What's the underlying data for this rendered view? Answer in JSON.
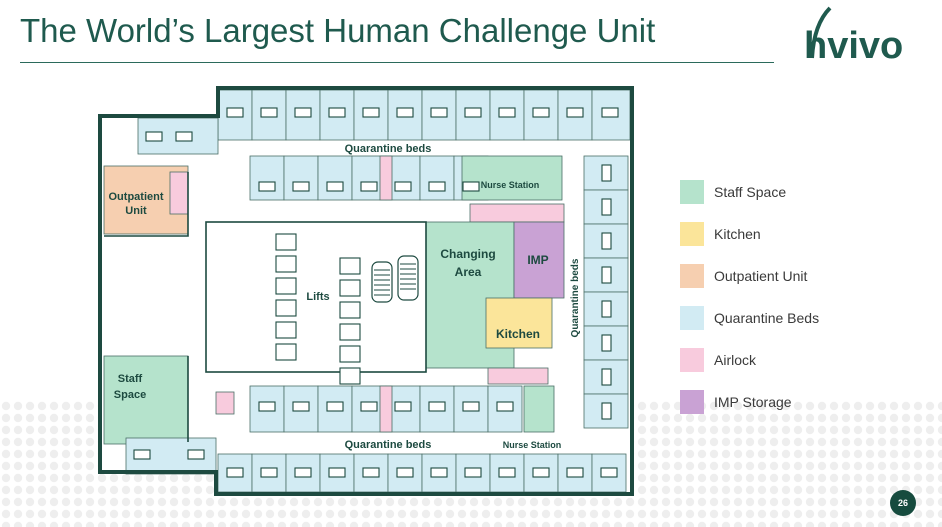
{
  "slide": {
    "title": "The World’s Largest Human Challenge Unit",
    "page_number": "26"
  },
  "logo": {
    "text": "hvivo"
  },
  "plan": {
    "labels": {
      "quarantine_beds_top": "Quarantine beds",
      "quarantine_beds_bottom": "Quarantine beds",
      "quarantine_beds_right": "Quarantine beds",
      "nurse_station_top": "Nurse Station",
      "nurse_station_bottom": "Nurse Station",
      "outpatient_line1": "Outpatient",
      "outpatient_line2": "Unit",
      "changing_line1": "Changing",
      "changing_line2": "Area",
      "imp": "IMP",
      "kitchen": "Kitchen",
      "lifts": "Lifts",
      "staff_line1": "Staff",
      "staff_line2": "Space"
    },
    "colors": {
      "wall": "#1d4a40",
      "staff": "#b5e3cc",
      "kitchen": "#fbe59a",
      "outpatient": "#f6cfb0",
      "quarantine": "#d2ebf3",
      "airlock": "#f8cbdd",
      "imp": "#c9a2d4"
    }
  },
  "legend": [
    {
      "label": "Staff Space",
      "color": "#b5e3cc"
    },
    {
      "label": "Kitchen",
      "color": "#fbe59a"
    },
    {
      "label": "Outpatient Unit",
      "color": "#f6cfb0"
    },
    {
      "label": "Quarantine Beds",
      "color": "#d2ebf3"
    },
    {
      "label": "Airlock",
      "color": "#f8cbdd"
    },
    {
      "label": "IMP Storage",
      "color": "#c9a2d4"
    }
  ]
}
